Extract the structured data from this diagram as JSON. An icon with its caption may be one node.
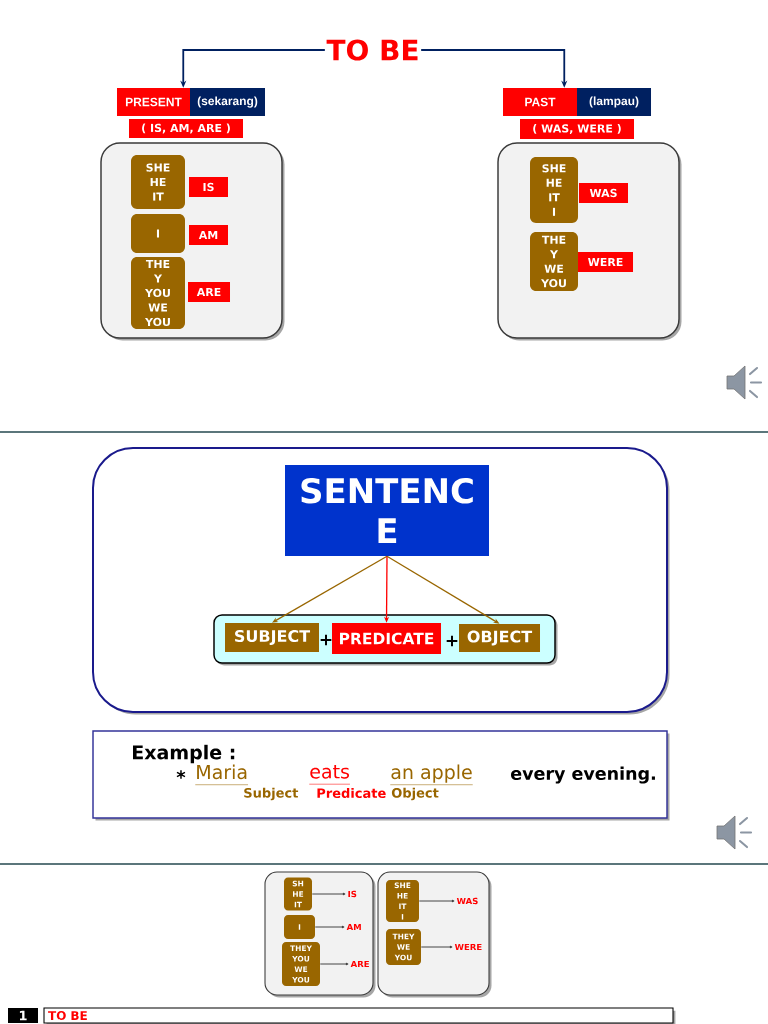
{
  "diagram": {
    "nodes": [
      {
        "text": [
          "TO BE"
        ]
      },
      {
        "text": [
          "PRESENT"
        ]
      },
      {
        "text": [
          "(sekarang)"
        ]
      },
      {
        "text": [
          "( IS, AM, ARE )"
        ]
      },
      {
        "text": [],
        "shape": "box"
      },
      {
        "text": [
          "SHE HE IT"
        ],
        "in": 4
      },
      {
        "text": [
          "IS"
        ],
        "in": 4
      },
      {
        "text": [
          "I"
        ],
        "in": 4
      },
      {
        "text": [
          "AM"
        ],
        "in": 4
      },
      {
        "text": [
          "THE Y YOU WE YOU"
        ],
        "in": 4
      },
      {
        "text": [
          "ARE"
        ],
        "in": 4
      },
      {
        "text": [
          "PAST"
        ]
      },
      {
        "text": [
          "(lampau)"
        ]
      },
      {
        "text": [
          "( WAS, WERE )"
        ]
      },
      {
        "text": [],
        "shape": "box"
      },
      {
        "text": [
          "SHE HE IT I"
        ],
        "in": 14
      },
      {
        "text": [
          "WAS"
        ],
        "in": 14
      },
      {
        "text": [
          "THE Y WE YOU"
        ],
        "in": 14
      },
      {
        "text": [
          "WERE"
        ],
        "in": 14
      },
      {
        "text": [],
        "shape": "box"
      },
      {
        "text": [
          "SENTENC E"
        ],
        "in": 19
      },
      {
        "text": [
          "+",
          "+"
        ],
        "in": 19
      },
      {
        "text": [
          "SUBJECT"
        ],
        "in": 21
      },
      {
        "text": [
          "PREDICATE"
        ],
        "in": 21
      },
      {
        "text": [
          "OBJECT"
        ],
        "in": 21
      },
      {
        "text": [
          "Example :",
          "*",
          "Maria",
          "eats",
          "an apple",
          "every evening.",
          "Subject",
          "Predicate",
          "Object"
        ]
      },
      {
        "text": [],
        "shape": "box"
      },
      {
        "text": [
          "SH HE IT"
        ],
        "in": 26
      },
      {
        "text": [
          "IS"
        ],
        "in": 26
      },
      {
        "text": [
          "I"
        ],
        "in": 26
      },
      {
        "text": [
          "AM"
        ],
        "in": 26
      },
      {
        "text": [
          "THEY YOU WE YOU"
        ],
        "in": 26
      },
      {
        "text": [
          "ARE"
        ],
        "in": 26
      },
      {
        "text": [],
        "shape": "box"
      },
      {
        "text": [
          "SHE HE IT I"
        ],
        "in": 33
      },
      {
        "text": [
          "WAS"
        ],
        "in": 33
      },
      {
        "text": [
          "THEY WE YOU"
        ],
        "in": 33
      },
      {
        "text": [
          "WERE"
        ],
        "in": 33
      },
      {
        "text": [
          "1"
        ]
      },
      {
        "text": [
          "TO BE"
        ]
      }
    ],
    "edges": [
      {
        "from": 0,
        "to": 1,
        "arrow": "to",
        "color": "#002060"
      },
      {
        "from": 0,
        "to": 11,
        "arrow": "to",
        "color": "#002060"
      },
      {
        "from": 20,
        "to": 22,
        "arrow": "to",
        "color": "#996600"
      },
      {
        "from": 20,
        "to": 23,
        "arrow": "to",
        "color": "#ff0000"
      },
      {
        "from": 20,
        "to": 24,
        "arrow": "to",
        "color": "#996600"
      },
      {
        "from": 27,
        "to": 28,
        "arrow": "to"
      },
      {
        "from": 29,
        "to": 30,
        "arrow": "to"
      },
      {
        "from": 31,
        "to": 32,
        "arrow": "to"
      },
      {
        "from": 34,
        "to": 35,
        "arrow": "to"
      },
      {
        "from": 36,
        "to": 37,
        "arrow": "to"
      }
    ]
  }
}
